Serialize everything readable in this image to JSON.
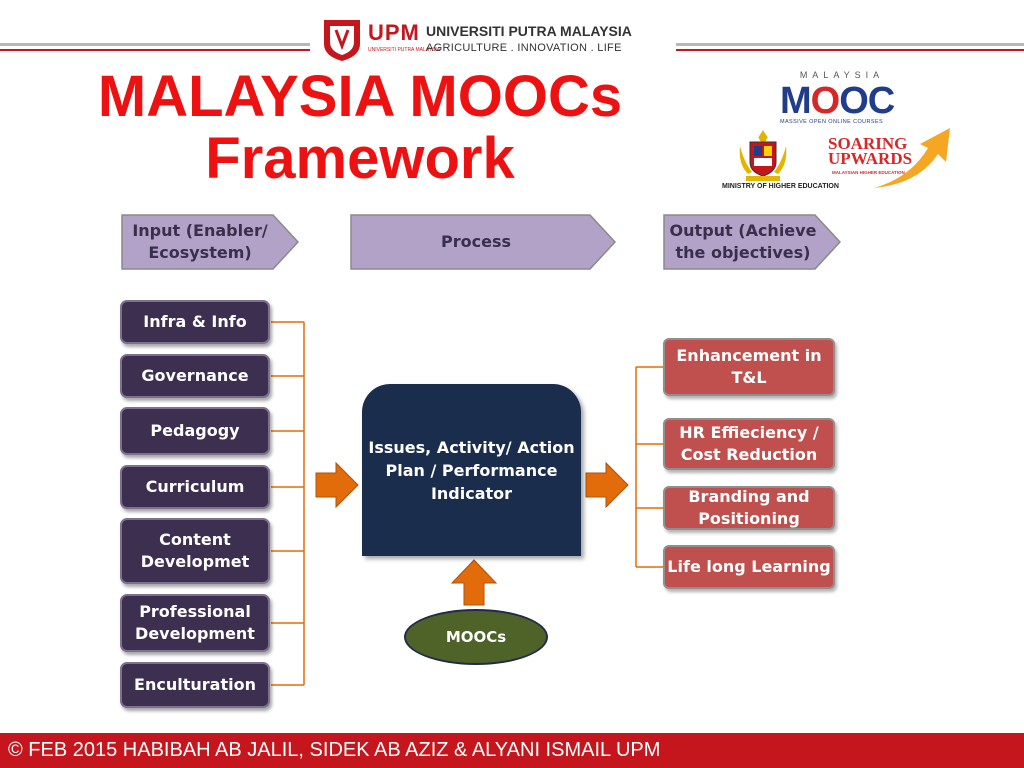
{
  "header": {
    "upm_letters": "UPM",
    "upm_subtext": "UNIVERSITI PUTRA MALAYSIA",
    "university_name": "UNIVERSITI PUTRA MALAYSIA",
    "tagline": "AGRICULTURE . INNOVATION . LIFE"
  },
  "title": {
    "line1": "MALAYSIA MOOCs",
    "line2": "Framework"
  },
  "logos": {
    "mooc_small": "MALAYSIA",
    "mooc_big_1": "M",
    "mooc_big_2": "O",
    "mooc_big_3": "OC",
    "mooc_tagline": "MASSIVE OPEN ONLINE COURSES",
    "ministry": "MINISTRY OF HIGHER EDUCATION",
    "soaring_1": "SOARING",
    "soaring_2": "UPWARDS",
    "soaring_sub": "MALAYSIAN HIGHER EDUCATION"
  },
  "stages": {
    "input": "Input (Enabler/ Ecosystem)",
    "process": "Process",
    "output": "Output (Achieve the objectives)"
  },
  "inputs": [
    "Infra & Info",
    "Governance",
    "Pedagogy",
    "Curriculum",
    "Content Developmet",
    "Professional Development",
    "Enculturation"
  ],
  "process_box": "Issues, Activity/ Action Plan / Performance Indicator",
  "moocs_label": "MOOCs",
  "outputs": [
    "Enhancement in T&L",
    "HR Effieciency / Cost Reduction",
    "Branding and Positioning",
    "Life long Learning"
  ],
  "footer": "© FEB 2015 HABIBAH AB JALIL, SIDEK AB AZIZ & ALYANI ISMAIL UPM",
  "colors": {
    "title": "#ee1111",
    "chevron_fill": "#b3a2c7",
    "input_box": "#3d2f4f",
    "output_box": "#c0504d",
    "process_box": "#1b2d4d",
    "moocs_oval": "#4f6228",
    "arrow": "#e36c0a",
    "connector": "#e36c0a",
    "footer": "#c4161c"
  }
}
